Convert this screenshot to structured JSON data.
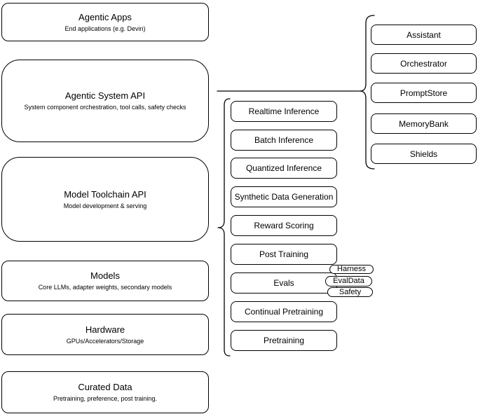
{
  "colors": {
    "stroke": "#000000",
    "box_fill": "#ffffff",
    "text": "#000000",
    "background": "#ffffff"
  },
  "stack": {
    "agentic_apps": {
      "title": "Agentic Apps",
      "subtitle": "End applications (e.g. Devin)"
    },
    "agentic_system_api": {
      "title": "Agentic System API",
      "subtitle": "System component orchestration, tool calls, safety checks"
    },
    "model_toolchain_api": {
      "title": "Model Toolchain API",
      "subtitle": "Model development & serving"
    },
    "models": {
      "title": "Models",
      "subtitle": "Core LLMs, adapter weights, secondary models"
    },
    "hardware": {
      "title": "Hardware",
      "subtitle": "GPUs/Accelerators/Storage"
    },
    "curated_data": {
      "title": "Curated Data",
      "subtitle": "Pretraining, preference, post training."
    }
  },
  "toolchain": {
    "realtime_inference": "Realtime Inference",
    "batch_inference": "Batch Inference",
    "quantized_inference": "Quantized Inference",
    "synthetic_data_generation": "Synthetic Data Generation",
    "reward_scoring": "Reward Scoring",
    "post_training": "Post Training",
    "evals": "Evals",
    "continual_pretraining": "Continual Pretraining",
    "pretraining": "Pretraining"
  },
  "eval_tags": {
    "harness": "Harness",
    "evaldata": "EvalData",
    "safety": "Safety"
  },
  "system_components": {
    "assistant": "Assistant",
    "orchestrator": "Orchestrator",
    "promptstore": "PromptStore",
    "memorybank": "MemoryBank",
    "shields": "Shields"
  }
}
